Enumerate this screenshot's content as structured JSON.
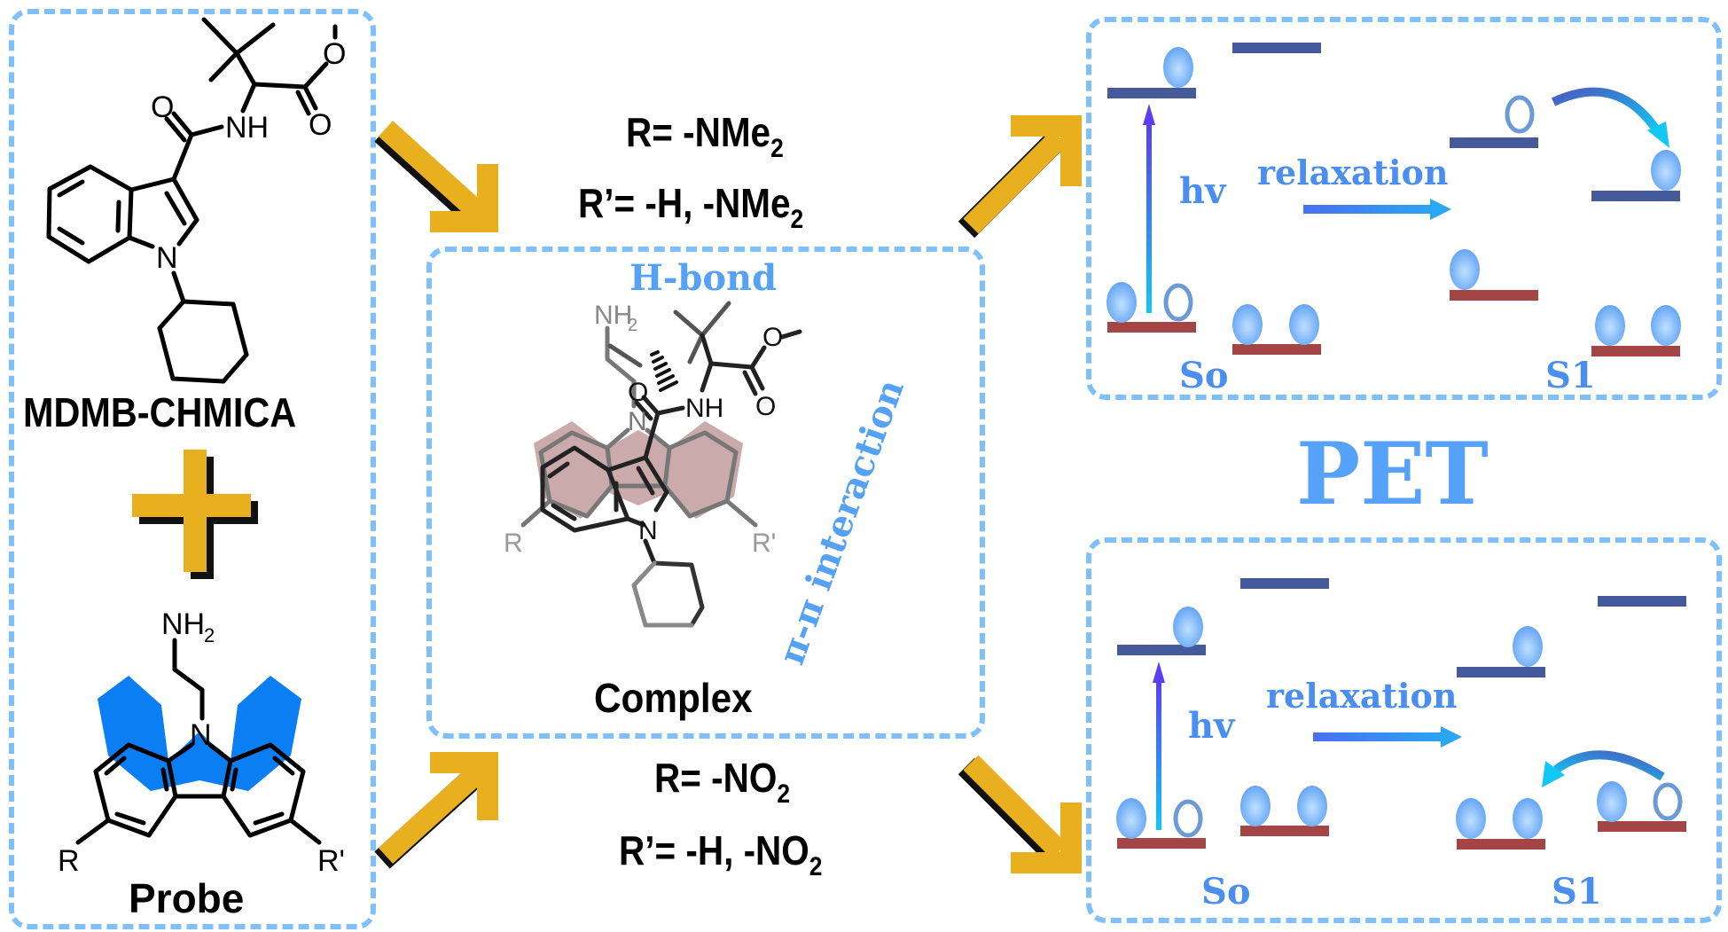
{
  "reactants": {
    "analyte": {
      "name": "MDMB-CHMICA",
      "atoms": {
        "O1": "O",
        "NH": "NH",
        "O2": "O",
        "O3": "O",
        "N": "N"
      }
    },
    "probe": {
      "name": "Probe",
      "atoms": {
        "NH2": "NH",
        "NH2_sub": "2",
        "N": "N",
        "R": "R",
        "Rp": "R'"
      },
      "ring_color": "#0a7ef2"
    },
    "plus_color": "#e8b01f"
  },
  "complex": {
    "name": "Complex",
    "hbond_label": "H-bond",
    "pi_label": "π-π interaction",
    "atoms": {
      "NH2": "NH",
      "NH2_sub": "2",
      "N_probe": "N",
      "N_indole": "N",
      "O_amide": "O",
      "NH": "NH",
      "O_ester": "O",
      "O_carbonyl": "O",
      "R": "R",
      "Rp": "R'"
    },
    "overlap_color": "#b88d8d"
  },
  "substituents": {
    "top": {
      "line1": {
        "prefix": "R= -NMe",
        "sub": "2"
      },
      "line2": {
        "prefix": "R’= -H, -NMe",
        "sub": "2"
      }
    },
    "bottom": {
      "line1": {
        "prefix": "R= -NO",
        "sub": "2"
      },
      "line2": {
        "prefix": "R’= -H, -NO",
        "sub": "2"
      }
    }
  },
  "pet_title": "PET",
  "panels": {
    "top": {
      "excitation_label": "hv",
      "relaxation_label": "relaxation",
      "state_left": "So",
      "state_right": "S1",
      "transfer_direction": "probe-to-analyte"
    },
    "bottom": {
      "excitation_label": "hv",
      "relaxation_label": "relaxation",
      "state_left": "So",
      "state_right": "S1",
      "transfer_direction": "analyte-to-probe"
    }
  },
  "colors": {
    "dash_border": "#7fc0fb",
    "accent_text": "#4a8ef0",
    "level_upper": "#455a9a",
    "level_lower": "#a34545",
    "arrow_yellow": "#e8b01f"
  }
}
